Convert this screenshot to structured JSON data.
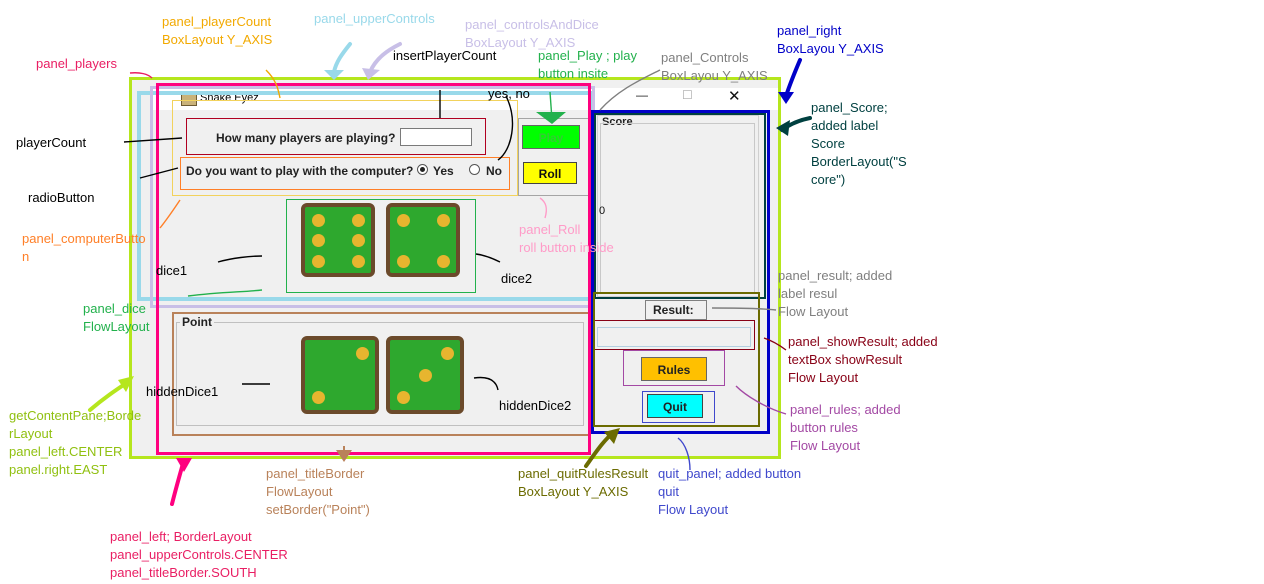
{
  "window": {
    "title": "Snake Eyez",
    "icon": "snake-eyes-icon",
    "controls": {
      "minimize": "—",
      "maximize": "☐",
      "close": "✕"
    }
  },
  "ui": {
    "player_question": "How many players are playing?",
    "player_count_value": "",
    "computer_question": "Do you want to play with the computer?",
    "radio_yes": "Yes",
    "radio_no": "No",
    "radio_selected": "Yes",
    "play_button": "Play",
    "roll_button": "Roll",
    "score_title": "Score",
    "score_value": "0",
    "point_title": "Point",
    "result_label": "Result:",
    "result_value": "",
    "rules_button": "Rules",
    "quit_button": "Quit",
    "dice1": 6,
    "dice2": 4,
    "hidden_dice1": 2,
    "hidden_dice2": 3
  },
  "annotations": {
    "panel_players": "panel_players",
    "panel_playerCount": "panel_playerCount\nBoxLayout Y_AXIS",
    "panel_upperControls": "panel_upperControls",
    "panel_controlsAndDice": "panel_controlsAndDice\nBoxLayout Y_AXIS",
    "insertPlayerCount": "insertPlayerCount",
    "yes_no": "yes, no",
    "panel_play": "panel_Play ; play\nbutton insite",
    "panel_controls": "panel_Controls\nBoxLayou Y_AXIS",
    "panel_right": "panel_right\nBoxLayou Y_AXIS",
    "panel_score": "panel_Score;\nadded label\nScore\nBorderLayout(\"S\ncore\")",
    "playerCount": "playerCount",
    "radioButton": "radioButton",
    "panel_computerButton": "panel_computerButto\nn",
    "panel_roll": "panel_Roll\nroll button inside",
    "dice1": "dice1",
    "dice2": "dice2",
    "panel_dice": "panel_dice\nFlowLayout",
    "panel_result": "panel_result; added\nlabel resul\nFlow Layout",
    "panel_showResult": "panel_showResult; added\ntextBox showResult\nFlow Layout",
    "hiddenDice1": "hiddenDice1",
    "hiddenDice2": "hiddenDice2",
    "panel_rules": "panel_rules; added\nbutton rules\nFlow Layout",
    "getContentPane": "getContentPane;Borde\nrLayout\npanel_left.CENTER\npanel.right.EAST",
    "panel_titleBorder": "panel_titleBorder\nFlowLayout\nsetBorder(\"Point\")",
    "panel_quitRulesResult": "panel_quitRulesResult\nBoxLayout Y_AXIS",
    "quit_panel": "quit_panel; added button\nquit\nFlow Layout",
    "panel_left": "panel_left; BorderLayout\npanel_upperControls.CENTER\npanel_titleBorder.SOUTH"
  },
  "colors": {
    "green_outline": "#b5e61d",
    "pink_outline": "#ff007f",
    "light_blue": "#99d9ea",
    "lavender": "#c8bfe7",
    "blue": "#0000c8",
    "dark_teal": "#004040",
    "olive": "#6b6b00",
    "brown": "#b9825a",
    "maroon": "#880015",
    "purple": "#a349a4",
    "orange": "#ff7f27",
    "gray_text": "#7f7f7f",
    "die_green": "#2ea82e",
    "pip_yellow": "#e7b52f",
    "play_green": "#00ff00",
    "roll_yellow": "#ffff00",
    "rules_orange": "#ffc000",
    "quit_cyan": "#00ffff"
  }
}
